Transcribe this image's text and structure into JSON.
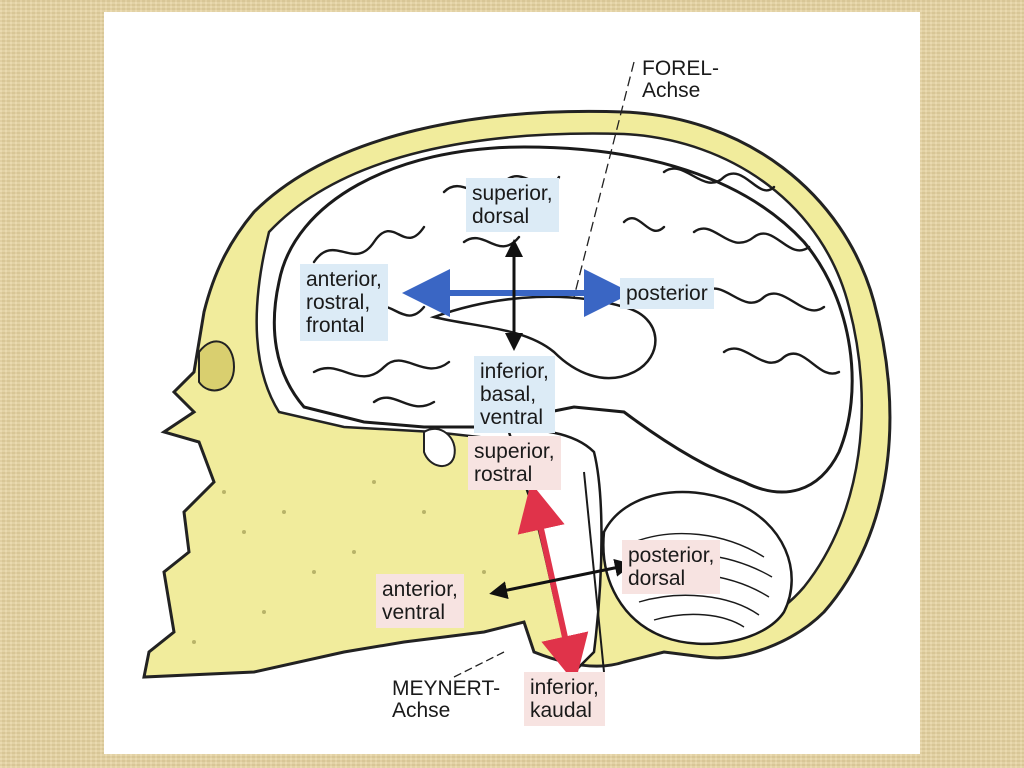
{
  "labels": {
    "forel_axis": "FOREL-\nAchse",
    "meynert_axis": "MEYNERT-\nAchse",
    "brain_superior": "superior,\ndorsal",
    "brain_anterior": "anterior,\nrostral,\nfrontal",
    "brain_posterior": "posterior",
    "brain_inferior": "inferior,\nbasal,\nventral",
    "stem_superior": "superior,\nrostral",
    "stem_posterior": "posterior,\ndorsal",
    "stem_anterior": "anterior,\nventral",
    "stem_inferior": "inferior,\nkaudal"
  },
  "colors": {
    "bone": "#f1ec9c",
    "forel_arrow": "#3a66c4",
    "meynert_arrow": "#e0334a",
    "black_arrow": "#111111",
    "blue_label_bg": "#dcebf6",
    "pink_label_bg": "#f7e3e1"
  }
}
